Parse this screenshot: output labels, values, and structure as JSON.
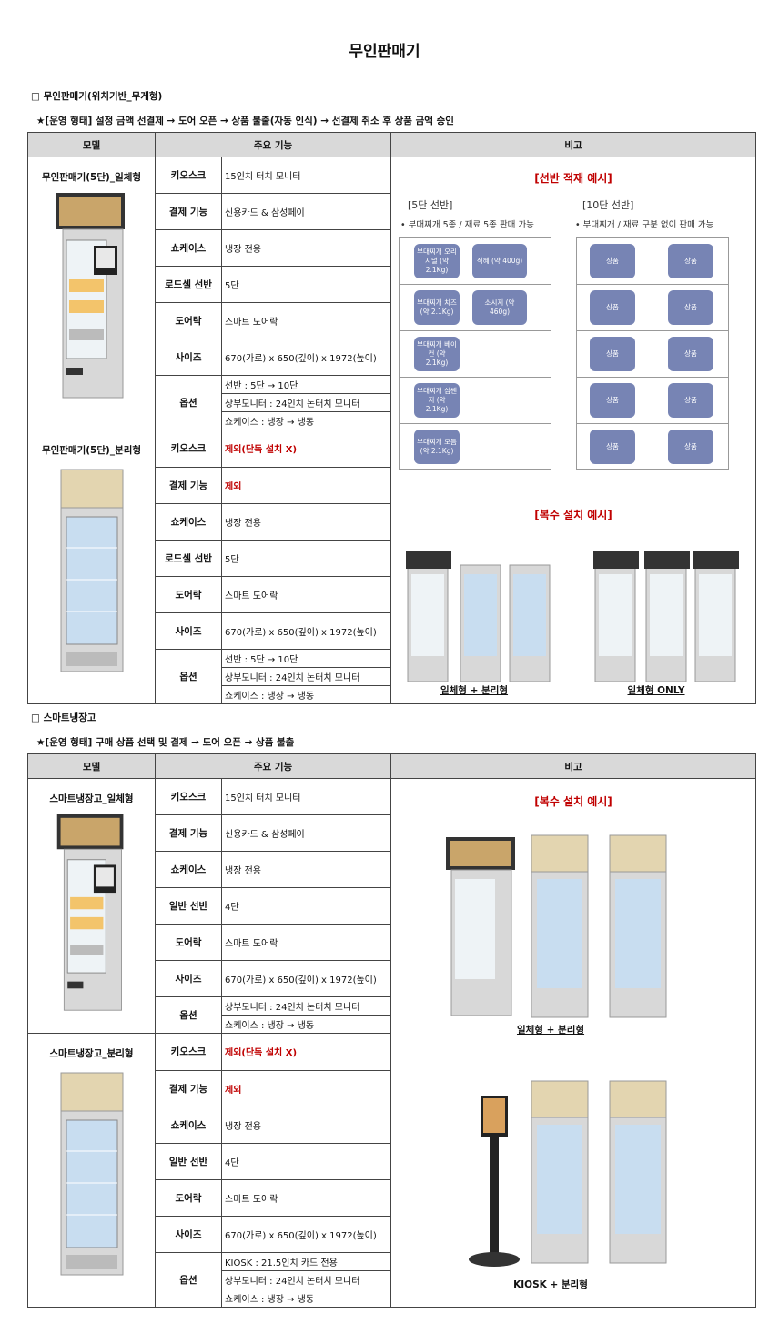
{
  "page_title": "무인판매기",
  "section1": {
    "heading": "□ 무인판매기(위치기반_무게형)",
    "operation": "★[운영 형태] 설정 금액 선결제 → 도어 오픈 → 상품 불출(자동 인식) → 선결제 취소 후 상품 금액 승인",
    "headers": [
      "모델",
      "주요 기능",
      "비고"
    ],
    "models": [
      {
        "name": "무인판매기(5단)_일체형",
        "rows": [
          {
            "label": "키오스크",
            "value": "15인치 터치 모니터"
          },
          {
            "label": "결제 기능",
            "value": "신용카드 & 삼성페이"
          },
          {
            "label": "쇼케이스",
            "value": "냉장 전용"
          },
          {
            "label": "로드셀 선반",
            "value": "5단"
          },
          {
            "label": "도어락",
            "value": "스마트 도어락"
          },
          {
            "label": "사이즈",
            "value": "670(가로) x 650(깊이) x 1972(높이)"
          }
        ],
        "option_label": "옵션",
        "options": [
          "선반 : 5단 → 10단",
          "상부모니터 : 24인치 논터치 모니터",
          "쇼케이스 : 냉장 → 냉동"
        ]
      },
      {
        "name": "무인판매기(5단)_분리형",
        "rows": [
          {
            "label": "키오스크",
            "value": "제외(단독 설치 X)"
          },
          {
            "label": "결제 기능",
            "value": "제외"
          },
          {
            "label": "쇼케이스",
            "value": "냉장 전용"
          },
          {
            "label": "로드셀 선반",
            "value": "5단"
          },
          {
            "label": "도어락",
            "value": "스마트 도어락"
          },
          {
            "label": "사이즈",
            "value": "670(가로) x 650(깊이) x 1972(높이)"
          }
        ],
        "option_label": "옵션",
        "options": [
          "선반 : 5단 → 10단",
          "상부모니터 : 24인치 논터치 모니터",
          "쇼케이스 : 냉장 → 냉동"
        ]
      }
    ],
    "note": {
      "shelf_heading": "[선반 적재 예시]",
      "five_title": "[5단 선반]",
      "five_desc": "• 부대찌개 5종 / 재료 5종 판매 가능",
      "ten_title": "[10단 선반]",
      "ten_desc": "• 부대찌개 / 재료 구분 없이 판매 가능",
      "five_items": [
        [
          "부대찌개 오리지널 (약 2.1Kg)",
          "식혜 (약 400g)"
        ],
        [
          "부대찌개 치즈 (약 2.1Kg)",
          "소시지 (약 460g)"
        ],
        [
          "부대찌개 베이컨 (약 2.1Kg)"
        ],
        [
          "부대찌개 심쎈지 (약 2.1Kg)"
        ],
        [
          "부대찌개 모듬 (약 2.1Kg)"
        ]
      ],
      "ten_item": "상품",
      "multi_heading": "[복수 설치 예시]",
      "cap_left": "일체형 + 분리형",
      "cap_right": "일체형 ONLY"
    }
  },
  "section2": {
    "heading": "□ 스마트냉장고",
    "operation": "★[운영 형태] 구매 상품 선택 및 결제 → 도어 오픈 → 상품 불출",
    "headers": [
      "모델",
      "주요 기능",
      "비고"
    ],
    "models": [
      {
        "name": "스마트냉장고_일체형",
        "rows": [
          {
            "label": "키오스크",
            "value": "15인치 터치 모니터"
          },
          {
            "label": "결제 기능",
            "value": "신용카드 & 삼성페이"
          },
          {
            "label": "쇼케이스",
            "value": "냉장 전용"
          },
          {
            "label": "일반 선반",
            "value": "4단"
          },
          {
            "label": "도어락",
            "value": "스마트 도어락"
          },
          {
            "label": "사이즈",
            "value": "670(가로) x 650(깊이) x 1972(높이)"
          }
        ],
        "option_label": "옵션",
        "options": [
          "상부모니터 : 24인치 논터치 모니터",
          "쇼케이스 : 냉장 → 냉동"
        ]
      },
      {
        "name": "스마트냉장고_분리형",
        "rows": [
          {
            "label": "키오스크",
            "value": "제외(단독 설치 X)"
          },
          {
            "label": "결제 기능",
            "value": "제외"
          },
          {
            "label": "쇼케이스",
            "value": "냉장 전용"
          },
          {
            "label": "일반 선반",
            "value": "4단"
          },
          {
            "label": "도어락",
            "value": "스마트 도어락"
          },
          {
            "label": "사이즈",
            "value": "670(가로) x 650(깊이) x 1972(높이)"
          }
        ],
        "option_label": "옵션",
        "options": [
          "KIOSK : 21.5인치 카드 전용",
          "상부모니터 : 24인치 논터치 모니터",
          "쇼케이스 : 냉장 → 냉동"
        ]
      }
    ],
    "note": {
      "multi_heading": "[복수 설치 예시]",
      "cap_top": "일체형 + 분리형",
      "cap_bottom": "KIOSK + 분리형"
    }
  }
}
